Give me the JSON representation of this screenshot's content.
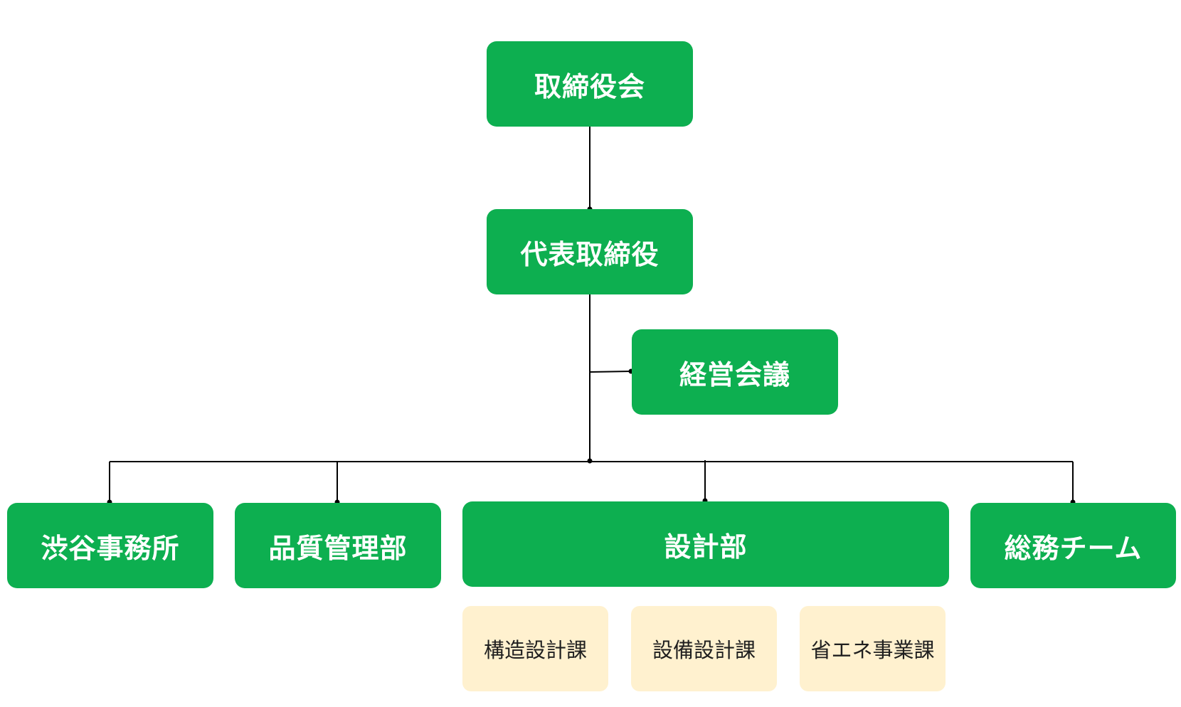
{
  "org_chart": {
    "board": "取締役会",
    "ceo": "代表取締役",
    "management_meeting": "経営会議",
    "departments": [
      {
        "label": "渋谷事務所"
      },
      {
        "label": "品質管理部"
      },
      {
        "label": "設計部"
      },
      {
        "label": "総務チーム"
      }
    ],
    "sections": [
      {
        "label": "構造設計課"
      },
      {
        "label": "設備設計課"
      },
      {
        "label": "省エネ事業課"
      }
    ]
  },
  "colors": {
    "main_box": "#0daf50",
    "sub_box": "#fff1cf",
    "connector": "#000000"
  }
}
